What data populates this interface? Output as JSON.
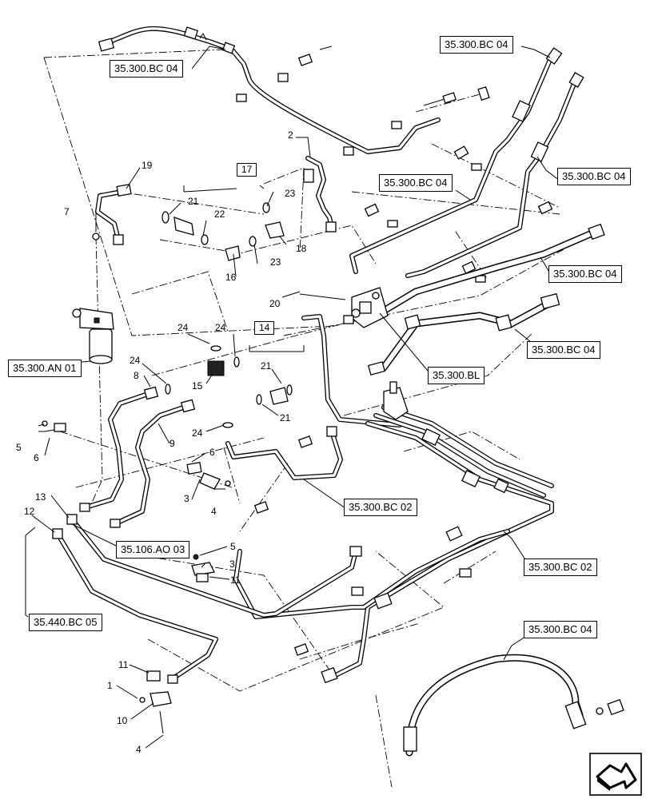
{
  "references": [
    "35.300.BC 04",
    "35.300.BC 04",
    "35.300.BC 04",
    "35.300.BC 04",
    "35.300.BC 04",
    "35.300.BC 04",
    "35.300.BC 04",
    "35.300.BL",
    "35.300.BC 02",
    "35.300.BC 02",
    "35.106.AO 03",
    "35.440.BC 05",
    "35.300.AN 01"
  ],
  "callouts": [
    "2",
    "19",
    "17",
    "21",
    "22",
    "23",
    "23",
    "7",
    "18",
    "16",
    "20",
    "24",
    "24",
    "14",
    "24",
    "8",
    "15",
    "21",
    "21",
    "24",
    "5",
    "6",
    "9",
    "6",
    "3",
    "4",
    "13",
    "12",
    "5",
    "3",
    "11",
    "11",
    "1",
    "10",
    "4"
  ],
  "icons": {
    "navigation": "next-page-arrow-icon"
  },
  "colors": {
    "line": "#000000",
    "background": "#ffffff",
    "fill": "#ffffff"
  }
}
